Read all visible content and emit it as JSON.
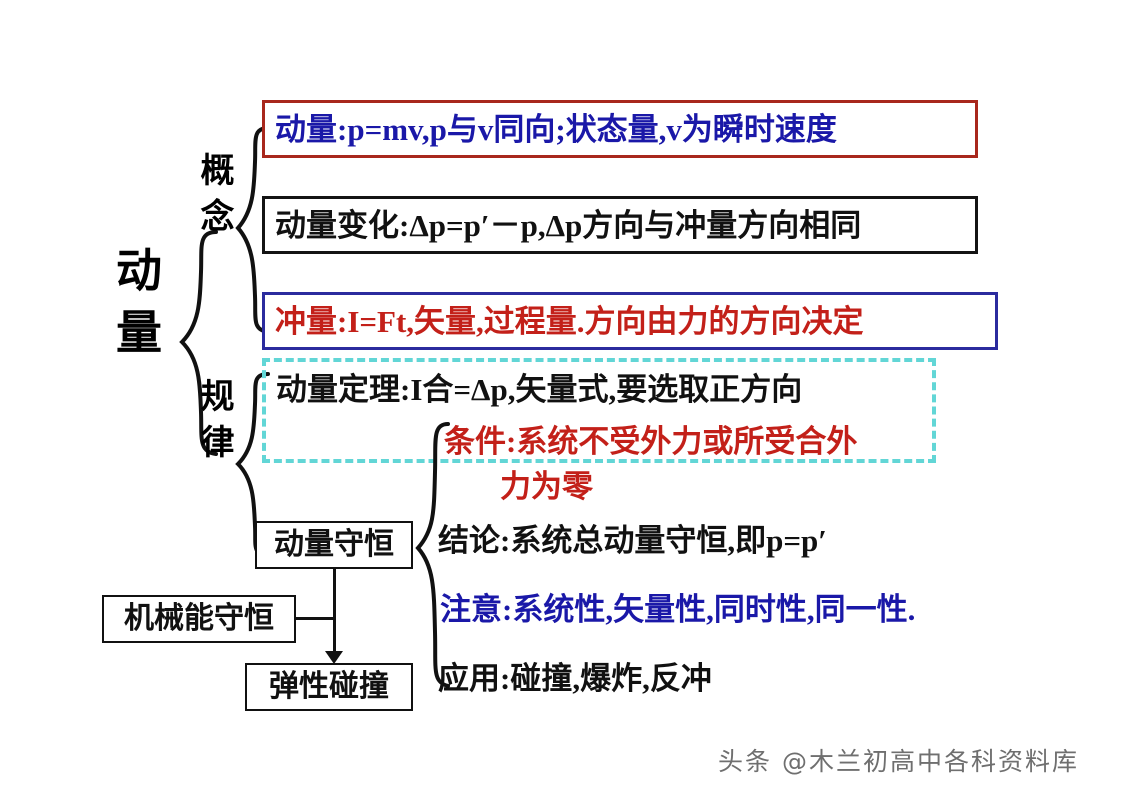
{
  "diagram": {
    "title_label": "动量",
    "groups": {
      "concept": "概念",
      "law": "规律"
    },
    "concept_boxes": [
      {
        "id": "momentum",
        "text": "动量:p=mv,p与v同向;状态量,v为瞬时速度",
        "style": "red-border-blue-text"
      },
      {
        "id": "momentum-change",
        "text": "动量变化:Δp=p′－p,Δp方向与冲量方向相同",
        "style": "black-border-black-text"
      },
      {
        "id": "impulse",
        "text": "冲量:I=Ft,矢量,过程量.方向由力的方向决定",
        "style": "navy-border-red-text"
      }
    ],
    "law_boxes": [
      {
        "id": "momentum-theorem",
        "text": "动量定理:I合=Δp,矢量式,要选取正方向",
        "style": "cyan-dashed-border"
      }
    ],
    "conservation_box": {
      "id": "momentum-conservation",
      "text": "动量守恒"
    },
    "mechanical_energy_box": {
      "id": "mechanical-energy-conservation",
      "text": "机械能守恒"
    },
    "elastic_collision_box": {
      "id": "elastic-collision",
      "text": "弹性碰撞"
    },
    "conservation_items": [
      {
        "id": "condition",
        "line1": "条件:系统不受外力或所受合外",
        "line2": "力为零",
        "color": "red"
      },
      {
        "id": "conclusion",
        "line1": "结论:系统总动量守恒,即p=p′",
        "line2": "",
        "color": "black"
      },
      {
        "id": "notes",
        "line1": "注意:系统性,矢量性,同时性,同一性.",
        "line2": "",
        "color": "blue"
      },
      {
        "id": "applications",
        "line1": "应用:碰撞,爆炸,反冲",
        "line2": "",
        "color": "black"
      }
    ],
    "watermark": "头条 @木兰初高中各科资料库",
    "colors": {
      "red_border": "#a8271c",
      "navy_border": "#2b2b9e",
      "cyan_dashed": "#62d6d6",
      "blue_text": "#1a18a8",
      "red_text": "#c32019",
      "black_text": "#111111"
    }
  }
}
